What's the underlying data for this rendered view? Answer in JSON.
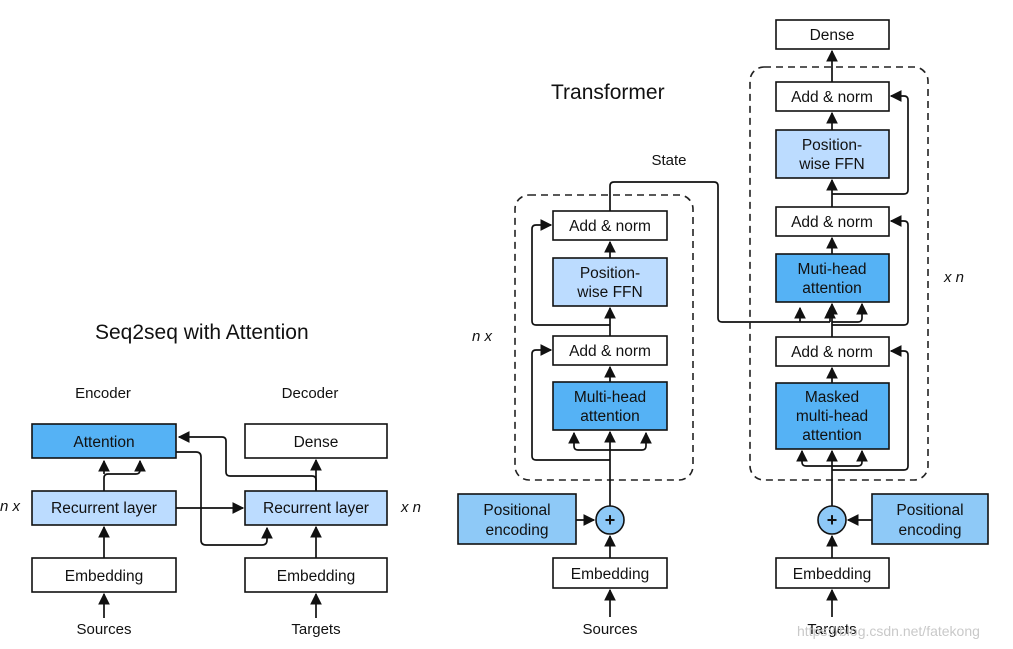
{
  "seq2seq": {
    "title": "Seq2seq with Attention",
    "encoder_heading": "Encoder",
    "decoder_heading": "Decoder",
    "attention": "Attention",
    "recurrent_layer": "Recurrent layer",
    "embedding": "Embedding",
    "dense": "Dense",
    "sources": "Sources",
    "targets": "Targets",
    "repeat_left": "n x",
    "repeat_right": "x n"
  },
  "transformer": {
    "title": "Transformer",
    "state": "State",
    "repeat_left": "n x",
    "repeat_right": "x n",
    "encoder": {
      "add_norm_top": "Add & norm",
      "ffn_line1": "Position-",
      "ffn_line2": "wise FFN",
      "add_norm_bottom": "Add & norm",
      "attn_line1": "Multi-head",
      "attn_line2": "attention",
      "positional_line1": "Positional",
      "positional_line2": "encoding",
      "plus": "+",
      "embedding": "Embedding",
      "sources": "Sources"
    },
    "decoder": {
      "dense": "Dense",
      "add_norm_top": "Add & norm",
      "ffn_line1": "Position-",
      "ffn_line2": "wise FFN",
      "add_norm_mid": "Add & norm",
      "cross_line1": "Muti-head",
      "cross_line2": "attention",
      "add_norm_bottom": "Add & norm",
      "masked_line1": "Masked",
      "masked_line2": "multi-head",
      "masked_line3": "attention",
      "positional_line1": "Positional",
      "positional_line2": "encoding",
      "plus": "+",
      "embedding": "Embedding",
      "targets": "Targets"
    }
  },
  "watermark": "https://blog.csdn.net/fatekong",
  "colors": {
    "attention_blue": "#55b2f5",
    "ffn_light_blue": "#bcdcff",
    "stroke": "#111111"
  }
}
